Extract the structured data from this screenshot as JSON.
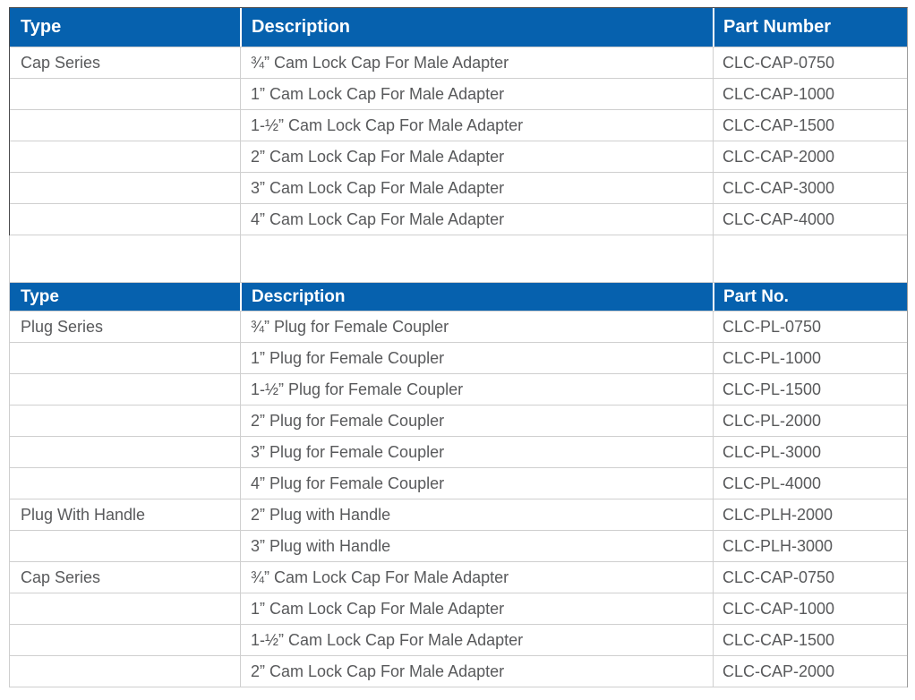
{
  "colors": {
    "header_background": "#0661ae",
    "header_text": "#ffffff",
    "body_text": "#58595b",
    "row_border": "#cfcfcf",
    "outer_border_dark": "#4b4b4d",
    "outer_border_gray": "#9b9b9b"
  },
  "table1": {
    "headers": {
      "type": "Type",
      "description": "Description",
      "part": "Part Number"
    },
    "rows": [
      {
        "type": "Cap Series",
        "description": "¾” Cam Lock Cap For Male Adapter",
        "part": "CLC-CAP-0750"
      },
      {
        "type": "",
        "description": "1” Cam Lock Cap For Male Adapter",
        "part": "CLC-CAP-1000"
      },
      {
        "type": "",
        "description": "1-½” Cam Lock Cap For Male Adapter",
        "part": "CLC-CAP-1500"
      },
      {
        "type": "",
        "description": "2” Cam Lock Cap For Male Adapter",
        "part": "CLC-CAP-2000"
      },
      {
        "type": "",
        "description": "3” Cam Lock Cap For Male Adapter",
        "part": "CLC-CAP-3000"
      },
      {
        "type": "",
        "description": "4” Cam Lock Cap For Male Adapter",
        "part": "CLC-CAP-4000"
      }
    ]
  },
  "table2": {
    "headers": {
      "type": "Type",
      "description": "Description",
      "part": "Part No."
    },
    "rows": [
      {
        "type": "Plug Series",
        "description": "¾” Plug for Female Coupler",
        "part": "CLC-PL-0750"
      },
      {
        "type": "",
        "description": "1” Plug for Female Coupler",
        "part": "CLC-PL-1000"
      },
      {
        "type": "",
        "description": "1-½” Plug for Female Coupler",
        "part": "CLC-PL-1500"
      },
      {
        "type": "",
        "description": "2” Plug for Female Coupler",
        "part": "CLC-PL-2000"
      },
      {
        "type": "",
        "description": "3” Plug for Female Coupler",
        "part": "CLC-PL-3000"
      },
      {
        "type": "",
        "description": "4” Plug for Female Coupler",
        "part": "CLC-PL-4000"
      },
      {
        "type": "Plug With Handle",
        "description": "2” Plug with Handle",
        "part": "CLC-PLH-2000"
      },
      {
        "type": "",
        "description": "3” Plug with Handle",
        "part": "CLC-PLH-3000"
      },
      {
        "type": "Cap Series",
        "description": "¾” Cam Lock Cap For Male Adapter",
        "part": "CLC-CAP-0750"
      },
      {
        "type": "",
        "description": "1” Cam Lock Cap For Male Adapter",
        "part": "CLC-CAP-1000"
      },
      {
        "type": "",
        "description": "1-½” Cam Lock Cap For Male Adapter",
        "part": "CLC-CAP-1500"
      },
      {
        "type": "",
        "description": "2” Cam Lock Cap For Male Adapter",
        "part": "CLC-CAP-2000"
      }
    ]
  }
}
